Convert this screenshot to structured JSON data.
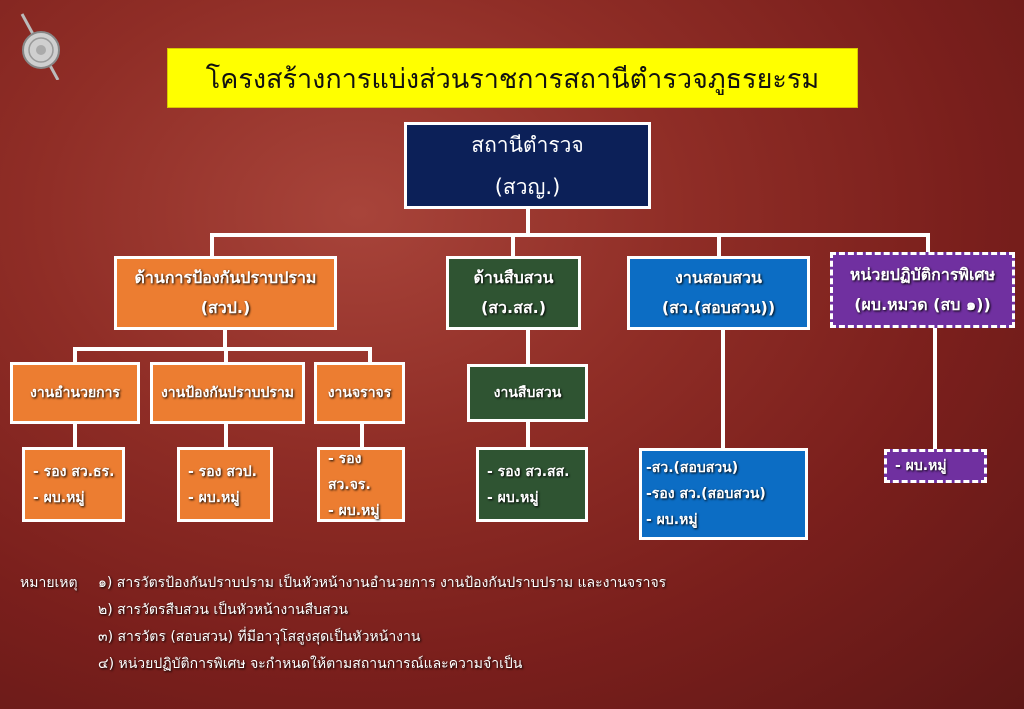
{
  "title": "โครงสร้างการแบ่งส่วนราชการสถานีตำรวจภูธรยะรม",
  "root": {
    "line1": "สถานีตำรวจ",
    "line2": "(สวญ.)"
  },
  "divisions": [
    {
      "line1": "ด้านการป้องกันปราบปราม",
      "line2": "(สวป.)"
    },
    {
      "line1": "ด้านสืบสวน",
      "line2": "(สว.สส.)"
    },
    {
      "line1": "งานสอบสวน",
      "line2": "(สว.(สอบสวน))"
    },
    {
      "line1": "หน่วยปฏิบัติการพิเศษ",
      "line2": "(ผบ.หมวด (สบ ๑))"
    }
  ],
  "units": [
    "งานอำนวยการ",
    "งานป้องกันปราบปราม",
    "งานจราจร",
    "งานสืบสวน"
  ],
  "staff": [
    [
      "- รอง สว.ธร.",
      "- ผบ.หมู่"
    ],
    [
      "- รอง สวป.",
      "- ผบ.หมู่"
    ],
    [
      "- รอง สว.จร.",
      "- ผบ.หมู่"
    ],
    [
      "- รอง สว.สส.",
      "- ผบ.หมู่"
    ],
    [
      "-สว.(สอบสวน)",
      "-รอง สว.(สอบสวน)",
      "- ผบ.หมู่"
    ],
    [
      "- ผบ.หมู่"
    ]
  ],
  "notes": {
    "label": "หมายเหตุ",
    "items": [
      "๑) สารวัตรป้องกันปราบปราม เป็นหัวหน้างานอำนวยการ งานป้องกันปราบปราม และงานจราจร",
      "๒) สารวัตรสืบสวน เป็นหัวหน้างานสืบสวน",
      "๓) สารวัตร (สอบสวน) ที่มีอาวุโสสูงสุดเป็นหัวหน้างาน",
      "๔) หน่วยปฏิบัติการพิเศษ จะกำหนดให้ตามสถานการณ์และความจำเป็น"
    ]
  },
  "colors": {
    "title_bg": "#ffff00",
    "root": "#0c2058",
    "prevention": "#ec7d31",
    "investigation": "#2f5432",
    "inquiry": "#0c6dc4",
    "special": "#7030a0"
  }
}
